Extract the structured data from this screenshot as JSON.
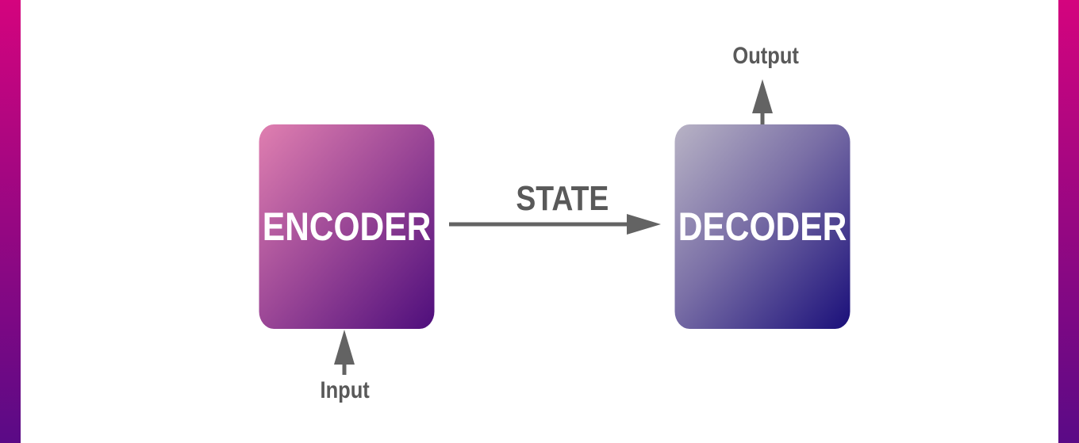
{
  "encoder": "ENCODER",
  "decoder": "DECODER",
  "state": "STATE",
  "input": "Input",
  "output": "Output"
}
